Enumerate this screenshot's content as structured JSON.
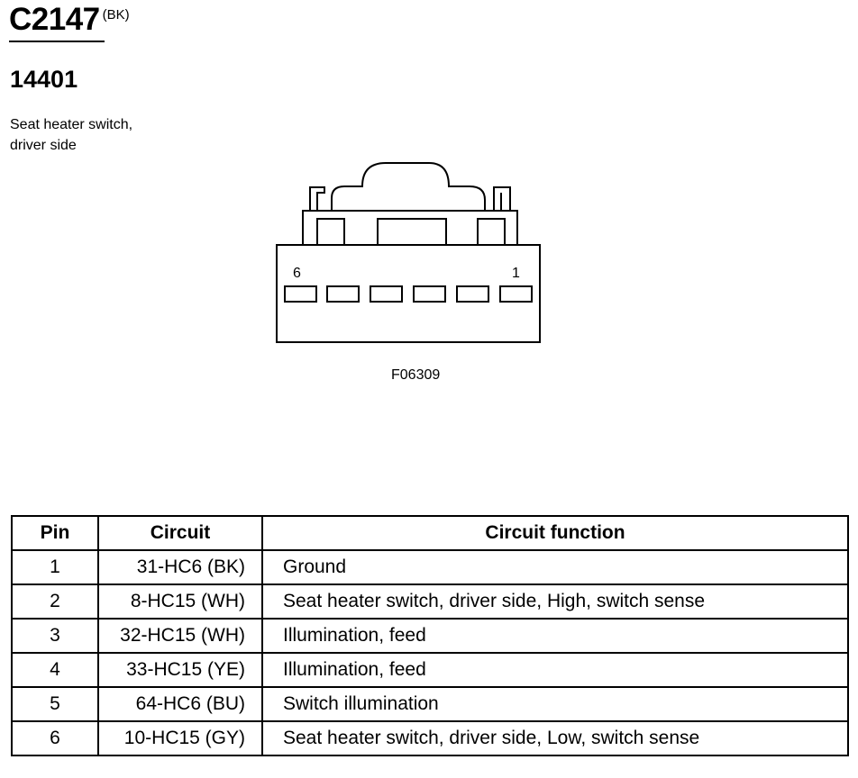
{
  "connector": {
    "id": "C2147",
    "color": "(BK)",
    "part_number": "14401",
    "description_lines": [
      "Seat heater switch,",
      "driver side"
    ],
    "pin_label_left": "6",
    "pin_label_right": "1",
    "figure_code": "F06309"
  },
  "table": {
    "headers": {
      "pin": "Pin",
      "circuit": "Circuit",
      "function": "Circuit function"
    },
    "rows": [
      {
        "pin": "1",
        "circuit": "31-HC6 (BK)",
        "function": "Ground"
      },
      {
        "pin": "2",
        "circuit": "8-HC15 (WH)",
        "function": "Seat heater switch, driver side, High, switch sense"
      },
      {
        "pin": "3",
        "circuit": "32-HC15 (WH)",
        "function": "Illumination, feed"
      },
      {
        "pin": "4",
        "circuit": "33-HC15 (YE)",
        "function": "Illumination, feed"
      },
      {
        "pin": "5",
        "circuit": "64-HC6 (BU)",
        "function": "Switch illumination"
      },
      {
        "pin": "6",
        "circuit": "10-HC15 (GY)",
        "function": "Seat heater switch, driver side, Low, switch sense"
      }
    ]
  }
}
